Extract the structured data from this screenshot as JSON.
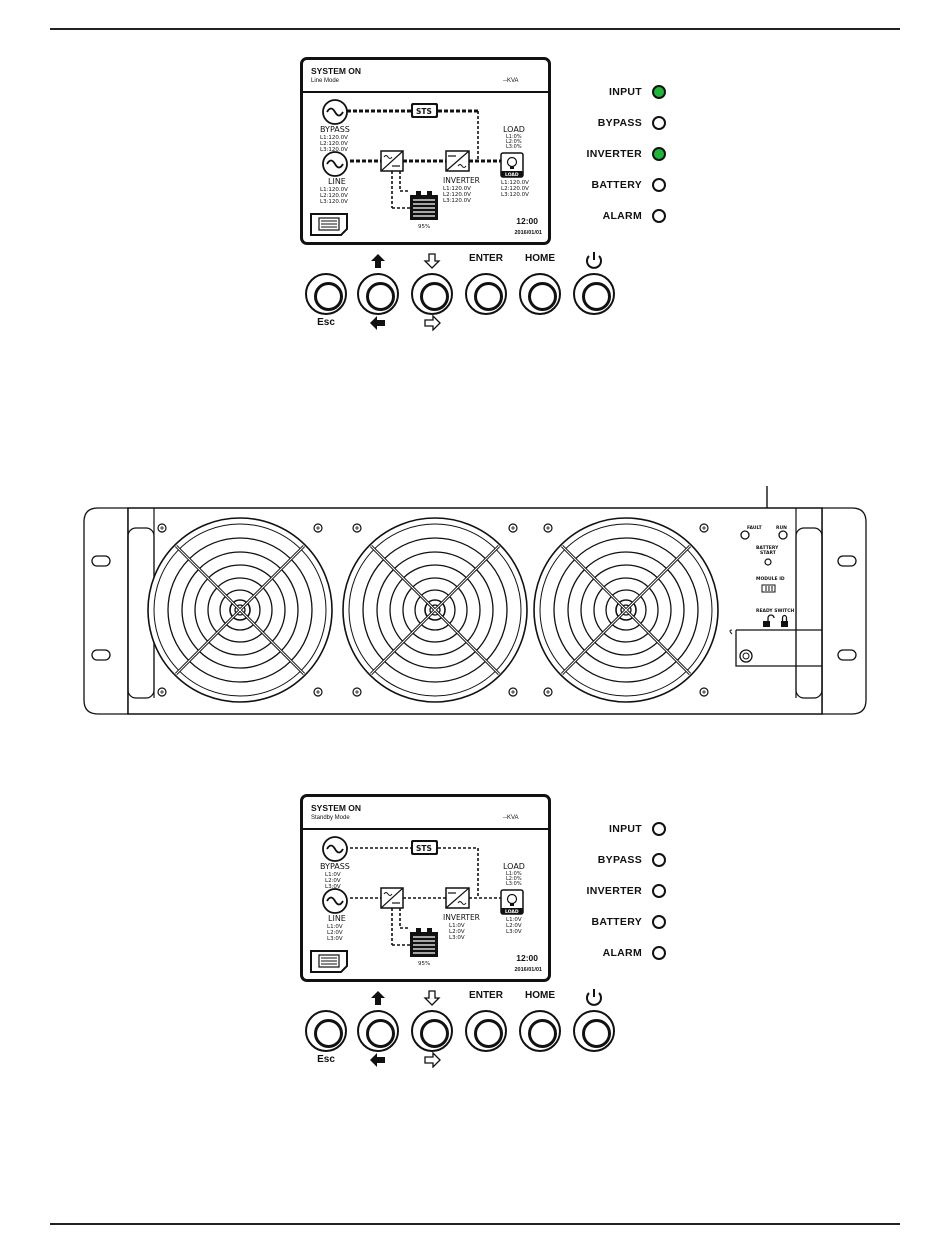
{
  "display_top": {
    "title": "SYSTEM ON",
    "mode": "Line Mode",
    "kva": "--KVA",
    "bypass": {
      "label": "BYPASS",
      "l1": "L1:120.0V",
      "l2": "L2:120.0V",
      "l3": "L3:120.0V"
    },
    "line": {
      "label": "LINE",
      "l1": "L1:120.0V",
      "l2": "L2:120.0V",
      "l3": "L3:120.0V"
    },
    "inverter": {
      "label": "INVERTER",
      "l1": "L1:120.0V",
      "l2": "L2:120.0V",
      "l3": "L3:120.0V"
    },
    "load": {
      "label": "LOAD",
      "p1": "L1:0%",
      "p2": "L2:0%",
      "p3": "L3:0%",
      "v1": "L1:120.0V",
      "v2": "L2:120.0V",
      "v3": "L3:120.0V"
    },
    "sts": "STS",
    "load_icon_text": "LOAD",
    "battery_level": "95%",
    "time": "12:00",
    "date": "2016/01/01"
  },
  "display_bottom": {
    "title": "SYSTEM ON",
    "mode": "Standby Mode",
    "kva": "--KVA",
    "bypass": {
      "label": "BYPASS",
      "l1": "L1:0V",
      "l2": "L2:0V",
      "l3": "L3:0V"
    },
    "line": {
      "label": "LINE",
      "l1": "L1:0V",
      "l2": "L2:0V",
      "l3": "L3:0V"
    },
    "inverter": {
      "label": "INVERTER",
      "l1": "L1:0V",
      "l2": "L2:0V",
      "l3": "L3:0V"
    },
    "load": {
      "label": "LOAD",
      "p1": "L1:0%",
      "p2": "L2:0%",
      "p3": "L3:0%",
      "v1": "L1:0V",
      "v2": "L2:0V",
      "v3": "L3:0V"
    },
    "sts": "STS",
    "load_icon_text": "LOAD",
    "battery_level": "95%",
    "time": "12:00",
    "date": "2016/01/01"
  },
  "leds_top": [
    {
      "label": "INPUT",
      "on": true
    },
    {
      "label": "BYPASS",
      "on": false
    },
    {
      "label": "INVERTER",
      "on": true
    },
    {
      "label": "BATTERY",
      "on": false
    },
    {
      "label": "ALARM",
      "on": false
    }
  ],
  "leds_bottom": [
    {
      "label": "INPUT",
      "on": false
    },
    {
      "label": "BYPASS",
      "on": false
    },
    {
      "label": "INVERTER",
      "on": false
    },
    {
      "label": "BATTERY",
      "on": false
    },
    {
      "label": "ALARM",
      "on": false
    }
  ],
  "keys": {
    "esc": "Esc",
    "enter": "ENTER",
    "home": "HOME"
  },
  "module": {
    "fault": "FAULT",
    "run": "RUN",
    "battery_start_1": "BATTERY",
    "battery_start_2": "START",
    "module_id": "MODULE ID",
    "ready_switch": "READY SWITCH"
  },
  "colors": {
    "led_on": "#1fb53a",
    "ink": "#111111"
  }
}
